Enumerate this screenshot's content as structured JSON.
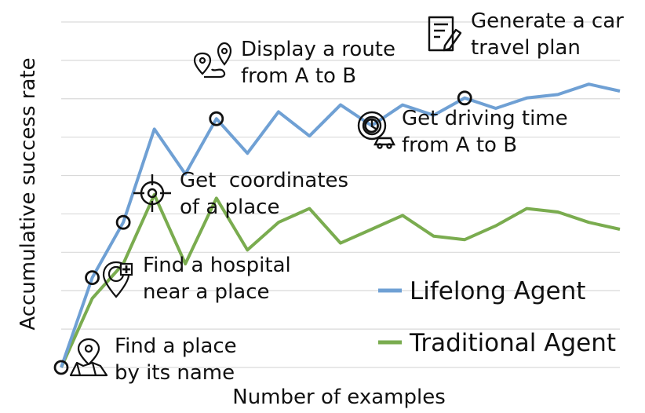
{
  "chart_data": {
    "type": "line",
    "title": "",
    "xlabel": "Number of examples",
    "ylabel": "Accumulative success rate",
    "x": [
      0,
      1,
      2,
      3,
      4,
      5,
      6,
      7,
      8,
      9,
      10,
      11,
      12,
      13,
      14,
      15,
      16,
      17,
      18
    ],
    "xlim": [
      0,
      18
    ],
    "ylim": [
      0,
      1
    ],
    "grid": "horizontal",
    "legend_position": "bottom-right",
    "series": [
      {
        "name": "Lifelong Agent",
        "color": "#6fa0d4",
        "values": [
          0.0,
          0.26,
          0.42,
          0.69,
          0.56,
          0.72,
          0.62,
          0.74,
          0.67,
          0.76,
          0.7,
          0.76,
          0.73,
          0.78,
          0.75,
          0.78,
          0.79,
          0.82,
          0.8
        ]
      },
      {
        "name": "Traditional Agent",
        "color": "#7aac4f",
        "values": [
          0.0,
          0.2,
          0.3,
          0.5,
          0.3,
          0.49,
          0.34,
          0.42,
          0.46,
          0.36,
          0.4,
          0.44,
          0.38,
          0.37,
          0.41,
          0.46,
          0.45,
          0.42,
          0.4
        ]
      }
    ],
    "milestones": [
      {
        "x": 0,
        "series": 0,
        "icon": "map-pin-map-icon",
        "lines": [
          "Find a place",
          "by its name"
        ]
      },
      {
        "x": 1,
        "series": 0,
        "icon": "hospital-pin-icon",
        "lines": [
          "Find a hospital",
          "near a place"
        ]
      },
      {
        "x": 2,
        "series": 0,
        "icon": "crosshair-icon",
        "lines": [
          "Get  coordinates",
          "of a place"
        ]
      },
      {
        "x": 5,
        "series": 0,
        "icon": "route-icon",
        "lines": [
          "Display a route",
          "from A to B"
        ]
      },
      {
        "x": 10,
        "series": 0,
        "icon": "clock-car-icon",
        "lines": [
          "Get driving time",
          "from A to B"
        ]
      },
      {
        "x": 13,
        "series": 0,
        "icon": "document-pen-icon",
        "lines": [
          "Generate a car",
          "travel plan"
        ]
      }
    ]
  }
}
